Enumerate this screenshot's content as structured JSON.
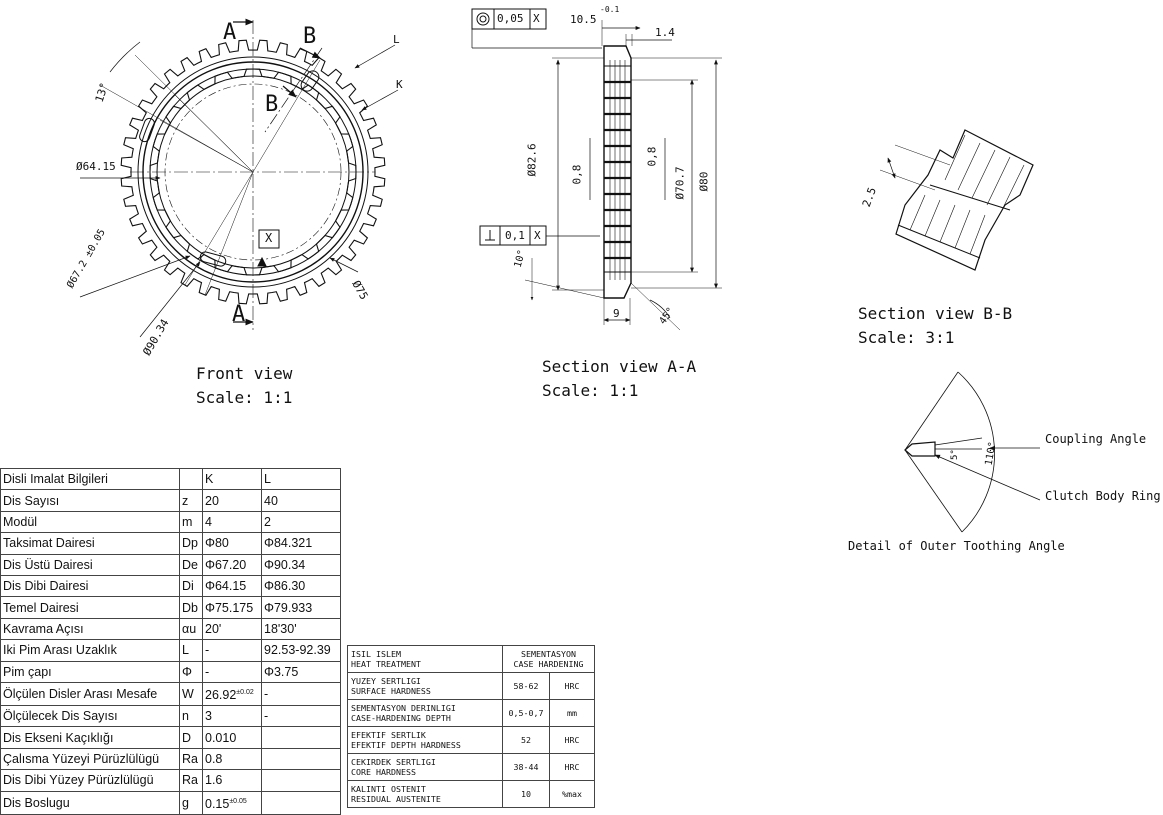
{
  "front_view": {
    "section_A": "A",
    "section_B": "B",
    "label_L": "L",
    "label_K": "K",
    "angle_13": "13°",
    "d_64_15": "Ø64.15",
    "d_67_2": "Ø67.2 ±0.05",
    "d_90_34": "Ø90.34",
    "d_75": "Ø75",
    "datum_x": "X",
    "caption_title": "Front view",
    "caption_scale": "Scale:  1:1"
  },
  "section_aa": {
    "concentricity_tol": "0,05",
    "concentricity_ref": "X",
    "dim_10_5": "10.5",
    "dim_10_5_tol": "-0.1",
    "dim_1_4": "1.4",
    "d_82_6": "Ø82.6",
    "dim_0_8_left": "0,8",
    "dim_0_8_right": "0,8",
    "d_70_7": "Ø70.7",
    "d_80": "Ø80",
    "perp_tol": "0,1",
    "perp_ref": "X",
    "angle_10": "10°",
    "dim_9": "9",
    "angle_45": "45°",
    "caption_title": "Section view A-A",
    "caption_scale": "Scale:   1:1"
  },
  "section_bb": {
    "dim_2_5": "2.5",
    "caption_title": "Section view B-B",
    "caption_scale": "Scale:   3:1"
  },
  "detail": {
    "angle_110": "110°",
    "angle_5": "5°",
    "coupling_angle": "Coupling Angle",
    "clutch_body_ring": "Clutch Body Ring",
    "caption": "Detail of Outer Toothing Angle"
  },
  "gear_table": {
    "header": {
      "name": "Disli Imalat Bilgileri",
      "sym": "",
      "k": "K",
      "l": "L"
    },
    "rows": [
      {
        "name": "Dis Sayısı",
        "sym": "z",
        "k": "20",
        "l": "40"
      },
      {
        "name": "Modül",
        "sym": "m",
        "k": "4",
        "l": "2"
      },
      {
        "name": "Taksimat Dairesi",
        "sym": "Dp",
        "k": "Φ80",
        "l": "Φ84.321"
      },
      {
        "name": "Dis Üstü Dairesi",
        "sym": "De",
        "k": "Φ67.20",
        "l": "Φ90.34"
      },
      {
        "name": "Dis Dibi Dairesi",
        "sym": "Di",
        "k": "Φ64.15",
        "l": "Φ86.30"
      },
      {
        "name": "Temel Dairesi",
        "sym": "Db",
        "k": "Φ75.175",
        "l": "Φ79.933"
      },
      {
        "name": "Kavrama Açısı",
        "sym": "αu",
        "k": "20'",
        "l": "18'30'"
      },
      {
        "name": "Iki Pim Arası Uzaklık",
        "sym": "L",
        "k": "-",
        "l": "92.53-92.39"
      },
      {
        "name": "Pim çapı",
        "sym": "Φ",
        "k": "-",
        "l": "Φ3.75"
      },
      {
        "name": "Ölçülen Disler Arası Mesafe",
        "sym": "W",
        "k": "26.92",
        "k_tol": "±0.02",
        "l": "-"
      },
      {
        "name": "Ölçülecek Dis Sayısı",
        "sym": "n",
        "k": "3",
        "l": "-"
      },
      {
        "name": "Dis Ekseni Kaçıklığı",
        "sym": "D",
        "k": "0.010",
        "l": ""
      },
      {
        "name": "Çalısma Yüzeyi Pürüzlülügü",
        "sym": "Ra",
        "k": "0.8",
        "l": ""
      },
      {
        "name": "Dis Dibi Yüzey Pürüzlülügü",
        "sym": "Ra",
        "k": "1.6",
        "l": ""
      },
      {
        "name": "Dis Boslugu",
        "sym": "g",
        "k": "0.15",
        "k_tol": "±0.05",
        "l": ""
      }
    ]
  },
  "heat_table": {
    "header_tr": "ISIL ISLEM",
    "header_en": "HEAT TREATMENT",
    "header_val_tr": "SEMENTASYON",
    "header_val_en": "CASE HARDENING",
    "rows": [
      {
        "tr": "YUZEY SERTLIGI",
        "en": "SURFACE HARDNESS",
        "val": "58-62",
        "unit": "HRC"
      },
      {
        "tr": "SEMENTASYON DERINLIGI",
        "en": "CASE-HARDENING DEPTH",
        "val": "0,5-0,7",
        "unit": "mm"
      },
      {
        "tr": "EFEKTIF SERTLIK",
        "en": "EFEKTIF DEPTH HARDNESS",
        "val": "52",
        "unit": "HRC"
      },
      {
        "tr": "CEKIRDEK SERTLIGI",
        "en": "CORE HARDNESS",
        "val": "38-44",
        "unit": "HRC"
      },
      {
        "tr": "KALINTI OSTENIT",
        "en": "RESIDUAL AUSTENITE",
        "val": "10",
        "unit": "%max"
      }
    ]
  }
}
